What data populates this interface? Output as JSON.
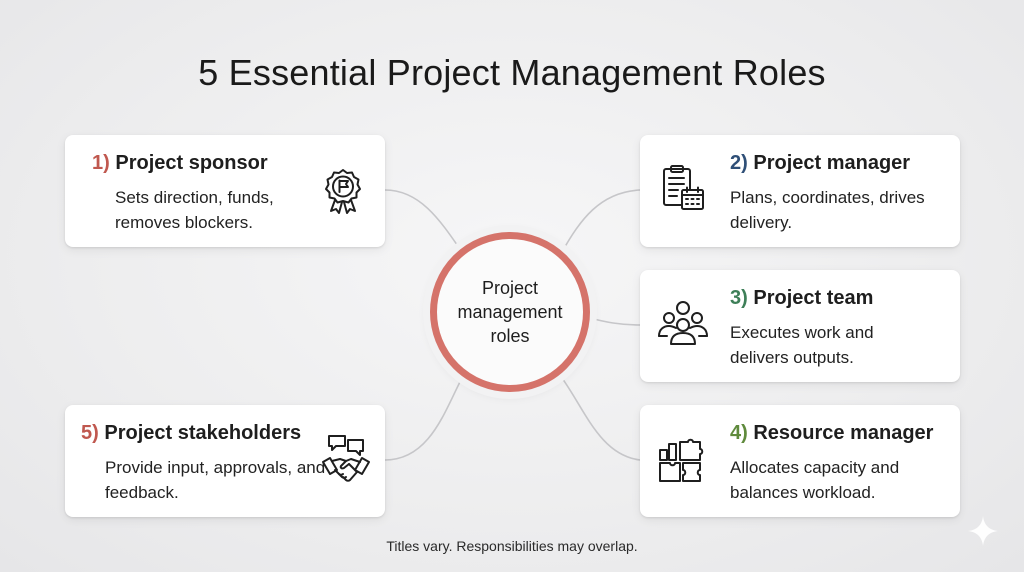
{
  "title": "5 Essential Project Management Roles",
  "hub": {
    "label": "Project management roles"
  },
  "roles": [
    {
      "number": "1)",
      "name": "Project sponsor",
      "description": "Sets direction, funds, removes blockers.",
      "number_color": "#c0584f",
      "icon": "award-ribbon-flag-icon"
    },
    {
      "number": "2)",
      "name": "Project manager",
      "description": "Plans, coordinates, drives delivery.",
      "number_color": "#2f4f77",
      "icon": "clipboard-calendar-icon"
    },
    {
      "number": "3)",
      "name": "Project team",
      "description": "Executes work and delivers outputs.",
      "number_color": "#3e7f58",
      "icon": "team-people-icon"
    },
    {
      "number": "4)",
      "name": "Resource manager",
      "description": "Allocates capacity and balances workload.",
      "number_color": "#5f8a3c",
      "icon": "puzzle-chart-icon"
    },
    {
      "number": "5)",
      "name": "Project stakeholders",
      "description": "Provide input, approvals, and feedback.",
      "number_color": "#c0584f",
      "icon": "handshake-chat-icon"
    }
  ],
  "footnote": "Titles vary. Responsibilities may overlap.",
  "colors": {
    "hub_ring": "#d5736a",
    "connector": "#c6c6c9",
    "background": "#eeeeef"
  }
}
